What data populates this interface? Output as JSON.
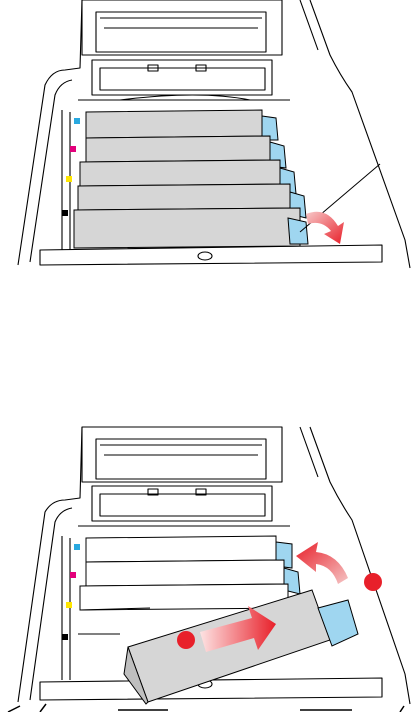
{
  "illustrations": [
    {
      "id": "top",
      "subject": "printer-open-lid-toner-cartridges",
      "cartridge_colors": [
        "cyan",
        "magenta",
        "yellow",
        "black"
      ],
      "colors": {
        "cyan": "#29a9e0",
        "magenta": "#e3007b",
        "yellow": "#ffe600",
        "black": "#000000",
        "cartridge_fill": "#d6d6d6",
        "lever_blue": "#9fd6f0",
        "arrow_red": "#e8202a",
        "line": "#000000"
      },
      "icons": [
        "lever-release-arrow-icon",
        "callout-leader-line"
      ]
    },
    {
      "id": "bottom",
      "subject": "printer-open-lid-cartridge-removal",
      "cartridge_colors": [
        "cyan",
        "magenta",
        "yellow",
        "black"
      ],
      "icons": [
        "lever-rotate-arrow-icon",
        "slide-out-arrow-icon",
        "step-dot-icon"
      ]
    }
  ]
}
